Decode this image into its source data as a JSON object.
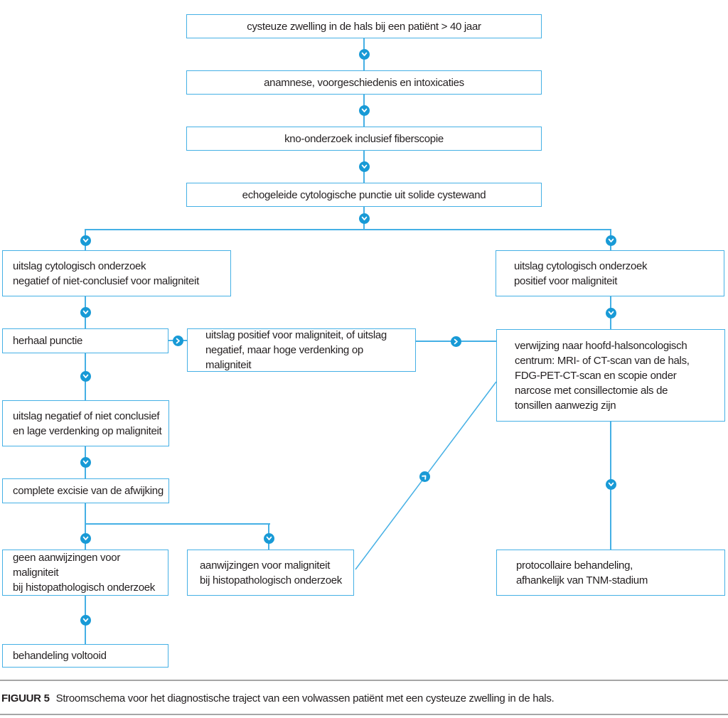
{
  "colors": {
    "line": "#45b0e5",
    "arrow_circle": "#189ad6",
    "text": "#231f20",
    "rule": "#a6a6a6"
  },
  "caption": {
    "label": "FIGUUR 5",
    "text": "Stroomschema voor het diagnostische traject van een volwassen patiënt met een cysteuze zwelling in de hals."
  },
  "flowchart": {
    "nodes": [
      {
        "id": "start",
        "label": "cysteuze zwelling in de hals bij een patiënt > 40 jaar"
      },
      {
        "id": "anamnese",
        "label": "anamnese, voorgeschiedenis en intoxicaties"
      },
      {
        "id": "kno-onderzoek",
        "label": "kno-onderzoek inclusief fiberscopie"
      },
      {
        "id": "echogeleide-punctie",
        "label": "echogeleide cytologische punctie uit solide cystewand"
      },
      {
        "id": "cytologie-negatief",
        "label": "uitslag cytologisch onderzoek\nnegatief of niet-conclusief voor maligniteit"
      },
      {
        "id": "cytologie-positief",
        "label": "uitslag cytologisch onderzoek\npositief voor maligniteit"
      },
      {
        "id": "herhaal-punctie",
        "label": "herhaal punctie"
      },
      {
        "id": "herhaling-positief",
        "label": "uitslag positief voor maligniteit, of uitslag\nnegatief, maar hoge verdenking op maligniteit"
      },
      {
        "id": "verwijzing-centrum",
        "label": "verwijzing naar hoofd-halsoncologisch\ncentrum: MRI- of CT-scan van de hals,\nFDG-PET-CT-scan en scopie onder\nnarcose met consillectomie als de\ntonsillen aanwezig zijn"
      },
      {
        "id": "herhaling-negatief",
        "label": "uitslag negatief of niet conclusief\nen lage verdenking op maligniteit"
      },
      {
        "id": "complete-excisie",
        "label": "complete excisie van de afwijking"
      },
      {
        "id": "histologie-geen-maligniteit",
        "label": "geen aanwijzingen voor maligniteit\nbij histopathologisch onderzoek"
      },
      {
        "id": "histologie-maligniteit",
        "label": "aanwijzingen voor maligniteit\nbij histopathologisch onderzoek"
      },
      {
        "id": "behandeling-voltooid",
        "label": "behandeling voltooid"
      },
      {
        "id": "protocollaire-behandeling",
        "label": "protocollaire behandeling,\nafhankelijk van TNM-stadium"
      }
    ]
  }
}
